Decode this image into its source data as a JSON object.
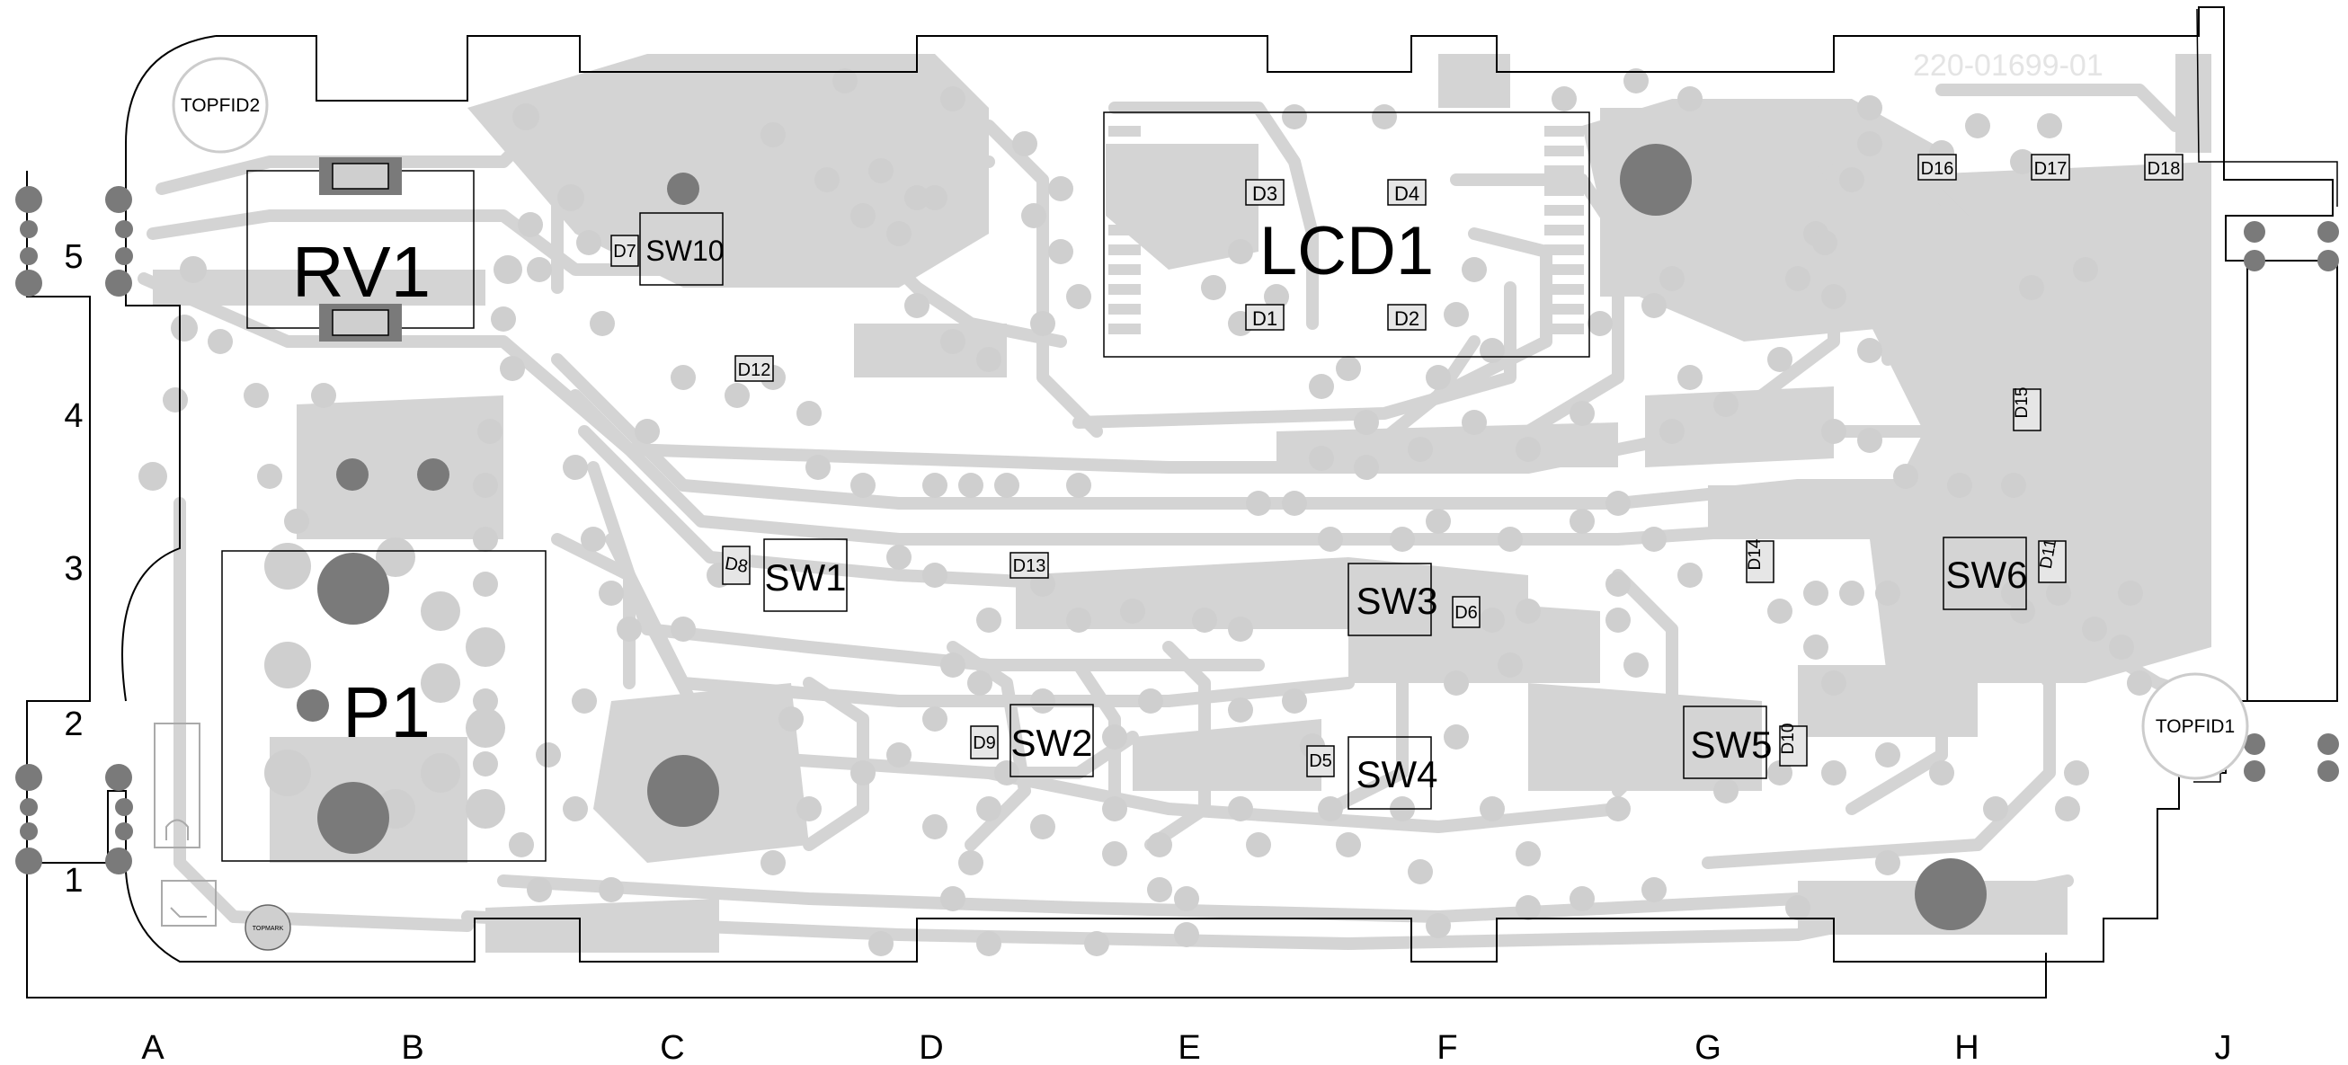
{
  "board": {
    "part_number": "220-01699-01",
    "fiducials": [
      "TOPFID2",
      "TOPFID1"
    ],
    "top_mark": "TOPMARK"
  },
  "components": {
    "RV1": "RV1",
    "P1": "P1",
    "LCD1": "LCD1",
    "SW1": "SW1",
    "SW2": "SW2",
    "SW3": "SW3",
    "SW4": "SW4",
    "SW5": "SW5",
    "SW6": "SW6",
    "SW10": "SW10",
    "D1": "D1",
    "D2": "D2",
    "D3": "D3",
    "D4": "D4",
    "D5": "D5",
    "D6": "D6",
    "D7": "D7",
    "D8": "D8",
    "D9": "D9",
    "D10": "D10",
    "D11": "D11",
    "D12": "D12",
    "D13": "D13",
    "D14": "D14",
    "D15": "D15",
    "D16": "D16",
    "D17": "D17",
    "D18": "D18"
  },
  "grid": {
    "columns": [
      "A",
      "B",
      "C",
      "D",
      "E",
      "F",
      "G",
      "H",
      "J"
    ],
    "rows": [
      "5",
      "4",
      "3",
      "2",
      "1"
    ]
  },
  "colors": {
    "copper": "#d4d4d4",
    "pad": "#cfcfcf",
    "hole": "#7a7a7a",
    "outline": "#000000"
  }
}
